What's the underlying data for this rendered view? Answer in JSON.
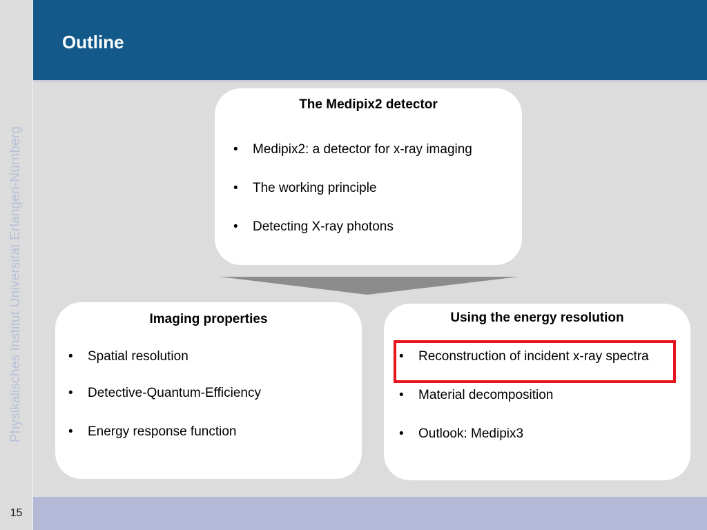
{
  "slide": {
    "title": "Outline",
    "vertical_text": "Physikalisches Institut    Universität Erlangen-Nürnberg",
    "page_number": "15"
  },
  "boxes": {
    "top": {
      "title": "The Medipix2 detector",
      "items": [
        "Medipix2: a detector for x-ray imaging",
        "The working principle",
        "Detecting X-ray photons"
      ]
    },
    "left": {
      "title": "Imaging properties",
      "items": [
        "Spatial resolution",
        "Detective-Quantum-Efficiency",
        "Energy response function"
      ]
    },
    "right": {
      "title": "Using the energy resolution",
      "items": [
        "Reconstruction of incident x-ray spectra",
        "Material decomposition",
        "Outlook: Medipix3"
      ]
    }
  },
  "colors": {
    "header": "#135a8b",
    "background": "#dcdcdc",
    "footer": "#b3b9d6",
    "highlight": "#e8141c",
    "arrow": "#8c8c8c",
    "vertical_text": "#b7c0d9"
  }
}
